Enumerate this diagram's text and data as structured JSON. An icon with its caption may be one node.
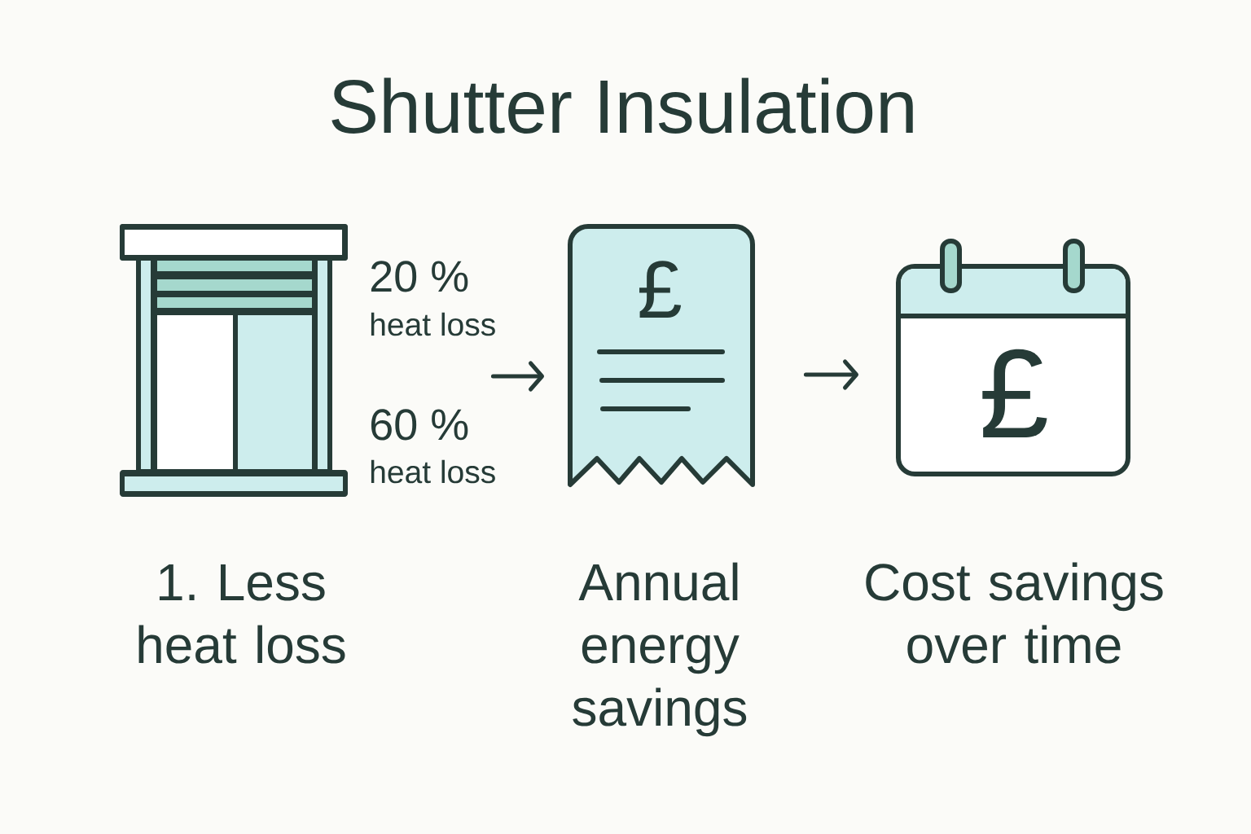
{
  "diagram": {
    "title": "Shutter Insulation",
    "nodes": [
      {
        "text": [],
        "shape": "picture",
        "beside": [
          "20 %",
          "heat loss",
          "60 %",
          "heat loss",
          "1. Less heat loss"
        ]
      },
      {
        "text": [
          "£"
        ],
        "beside": [
          "Annual energy savings"
        ]
      },
      {
        "text": [
          "£"
        ],
        "beside": [
          "Cost savings over time"
        ]
      }
    ],
    "edges": [
      {
        "from": 0,
        "to": 1,
        "arrow": "to"
      },
      {
        "from": 1,
        "to": 2,
        "arrow": "to"
      }
    ]
  }
}
